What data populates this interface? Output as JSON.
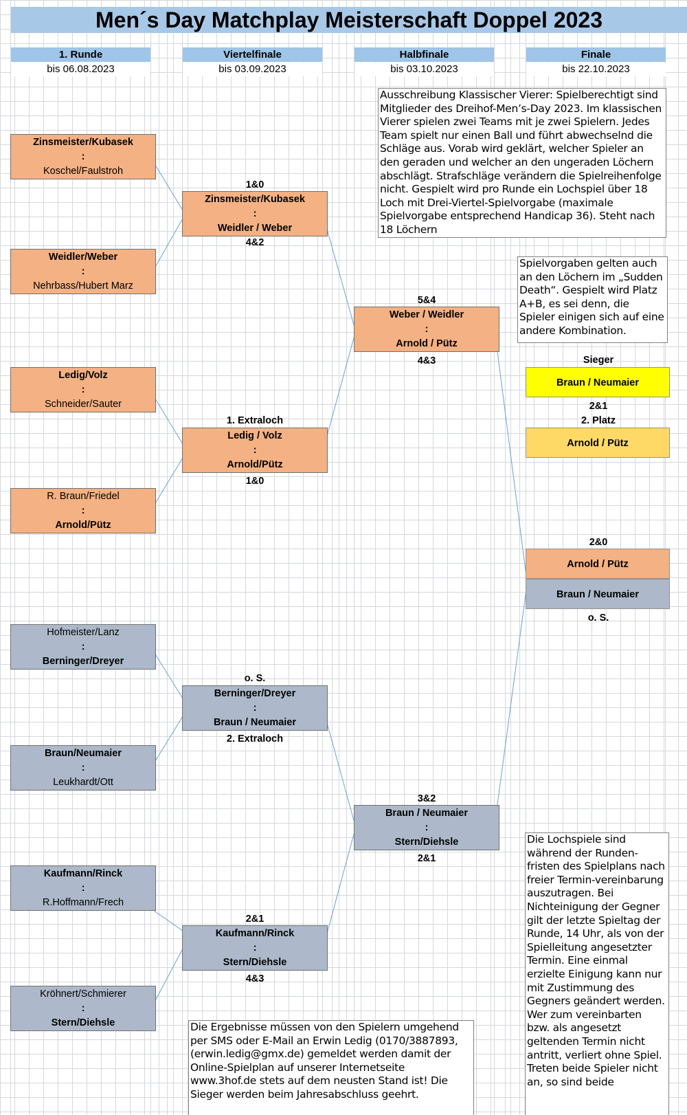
{
  "title": "Men´s Day Matchplay Meisterschaft Doppel 2023",
  "rounds": [
    {
      "name": "1. Runde",
      "deadline": "bis 06.08.2023"
    },
    {
      "name": "Viertelfinale",
      "deadline": "bis 03.09.2023"
    },
    {
      "name": "Halbfinale",
      "deadline": "bis 03.10.2023"
    },
    {
      "name": "Finale",
      "deadline": "bis 22.10.2023"
    }
  ],
  "colors": {
    "orange": "#f4b183",
    "blue": "#adb9ca",
    "yellow": "#ffff00",
    "gold": "#ffd966",
    "header": "#9fc5e8"
  },
  "round1": [
    {
      "team1": "Zinsmeister/Kubasek",
      "team2": "Koschel/Faulstroh",
      "winner": 1
    },
    {
      "team1": "Weidler/Weber",
      "team2": "Nehrbass/Hubert Marz",
      "winner": 1
    },
    {
      "team1": "Ledig/Volz",
      "team2": "Schneider/Sauter",
      "winner": 1
    },
    {
      "team1": "R. Braun/Friedel",
      "team2": "Arnold/Pütz",
      "winner": 2
    },
    {
      "team1": "Hofmeister/Lanz",
      "team2": "Berninger/Dreyer",
      "winner": 2
    },
    {
      "team1": "Braun/Neumaier",
      "team2": "Leukhardt/Ott",
      "winner": 1
    },
    {
      "team1": "Kaufmann/Rinck",
      "team2": "R.Hoffmann/Frech",
      "winner": 1
    },
    {
      "team1": "Kröhnert/Schmierer",
      "team2": "Stern/Diehsle",
      "winner": 2
    }
  ],
  "quarterfinals": [
    {
      "above": "1&0",
      "team1": "Zinsmeister/Kubasek",
      "team2": "Weidler / Weber",
      "below": "4&2"
    },
    {
      "above": "1. Extraloch",
      "team1": "Ledig / Volz",
      "team2": "Arnold/Pütz",
      "below": "1&0"
    },
    {
      "above": "o. S.",
      "team1": "Berninger/Dreyer",
      "team2": "Braun / Neumaier",
      "below": "2. Extraloch"
    },
    {
      "above": "2&1",
      "team1": "Kaufmann/Rinck",
      "team2": "Stern/Diehsle",
      "below": "4&3"
    }
  ],
  "semifinals": [
    {
      "above": "5&4",
      "team1": "Weber / Weidler",
      "team2": "Arnold / Pütz",
      "below": "4&3"
    },
    {
      "above": "3&2",
      "team1": "Braun / Neumaier",
      "team2": "Stern/Diehsle",
      "below": "2&1"
    }
  ],
  "final": {
    "above": "2&0",
    "team1": "Arnold / Pütz",
    "team2": "Braun / Neumaier",
    "below": "o. S."
  },
  "winner": {
    "label": "Sieger",
    "team": "Braun / Neumaier",
    "score": "2&1",
    "second_label": "2. Platz",
    "second_team": "Arnold / Pütz"
  },
  "notes": {
    "rules": "Ausschreibung Klassischer Vierer: Spielberechtigt sind Mitglieder des Dreihof-Men’s-Day 2023. Im klassischen Vierer spielen zwei Teams mit je zwei Spielern. Jedes Team spielt nur einen Ball und führt abwechselnd die Schläge aus. Vorab wird geklärt, welcher Spieler an den geraden und welcher an den ungeraden Löchern abschlägt. Strafschläge verändern die Spielreihenfolge nicht. Gespielt wird pro Runde ein Lochspiel über 18 Loch mit Drei-Viertel-Spielvorgabe (maximale Spielvorgabe entsprechend Handicap 36). Steht nach 18 Löchern",
    "handicap": "Spielvorgaben gelten auch an den Löchern im „Sudden Death“. Gespielt wird Platz A+B, es sei denn, die Spieler einigen sich auf eine andere Kombination.",
    "results": "Die Ergebnisse müssen von den Spielern umgehend per SMS oder E-Mail an Erwin Ledig (0170/3887893, (erwin.ledig@gmx.de) gemeldet werden damit der Online-Spielplan auf unserer Internetseite www.3hof.de stets auf dem neusten Stand ist! Die Sieger werden beim Jahresabschluss geehrt.",
    "schedule": "Die Lochspiele sind während der Runden-fristen des Spielplans nach freier Termin-vereinbarung auszutragen. Bei Nichteinigung der Gegner gilt der letzte Spieltag der Runde, 14 Uhr, als von der Spielleitung angesetzter Termin. Eine einmal erzielte Einigung kann nur mit Zustimmung des Gegners geändert werden. Wer zum vereinbarten bzw. als angesetzt geltenden Termin nicht antritt, verliert ohne Spiel. Treten beide Spieler nicht an, so sind beide"
  },
  "separator": ":"
}
